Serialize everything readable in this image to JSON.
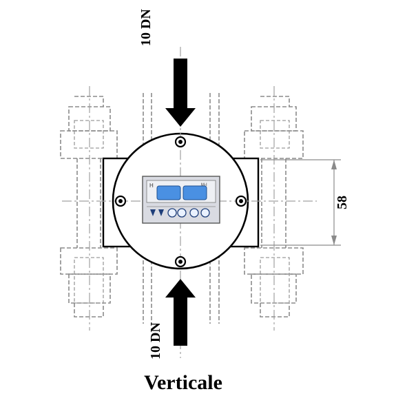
{
  "labels": {
    "top_arrow": "10 DN",
    "bottom_arrow": "10 DN",
    "dimension": "58",
    "title": "Verticale"
  },
  "display": {
    "left_indicator": "H",
    "right_indicator": "M-I"
  },
  "icons": [
    "flow-direction-icon",
    "flow-direction-icon",
    "button-icon",
    "button-icon",
    "button-icon",
    "button-icon"
  ],
  "colors": {
    "outline": "#000000",
    "hidden_lines": "#8a8a8a",
    "display_screen": "#4a90e2",
    "panel": "#d9dbe2"
  }
}
